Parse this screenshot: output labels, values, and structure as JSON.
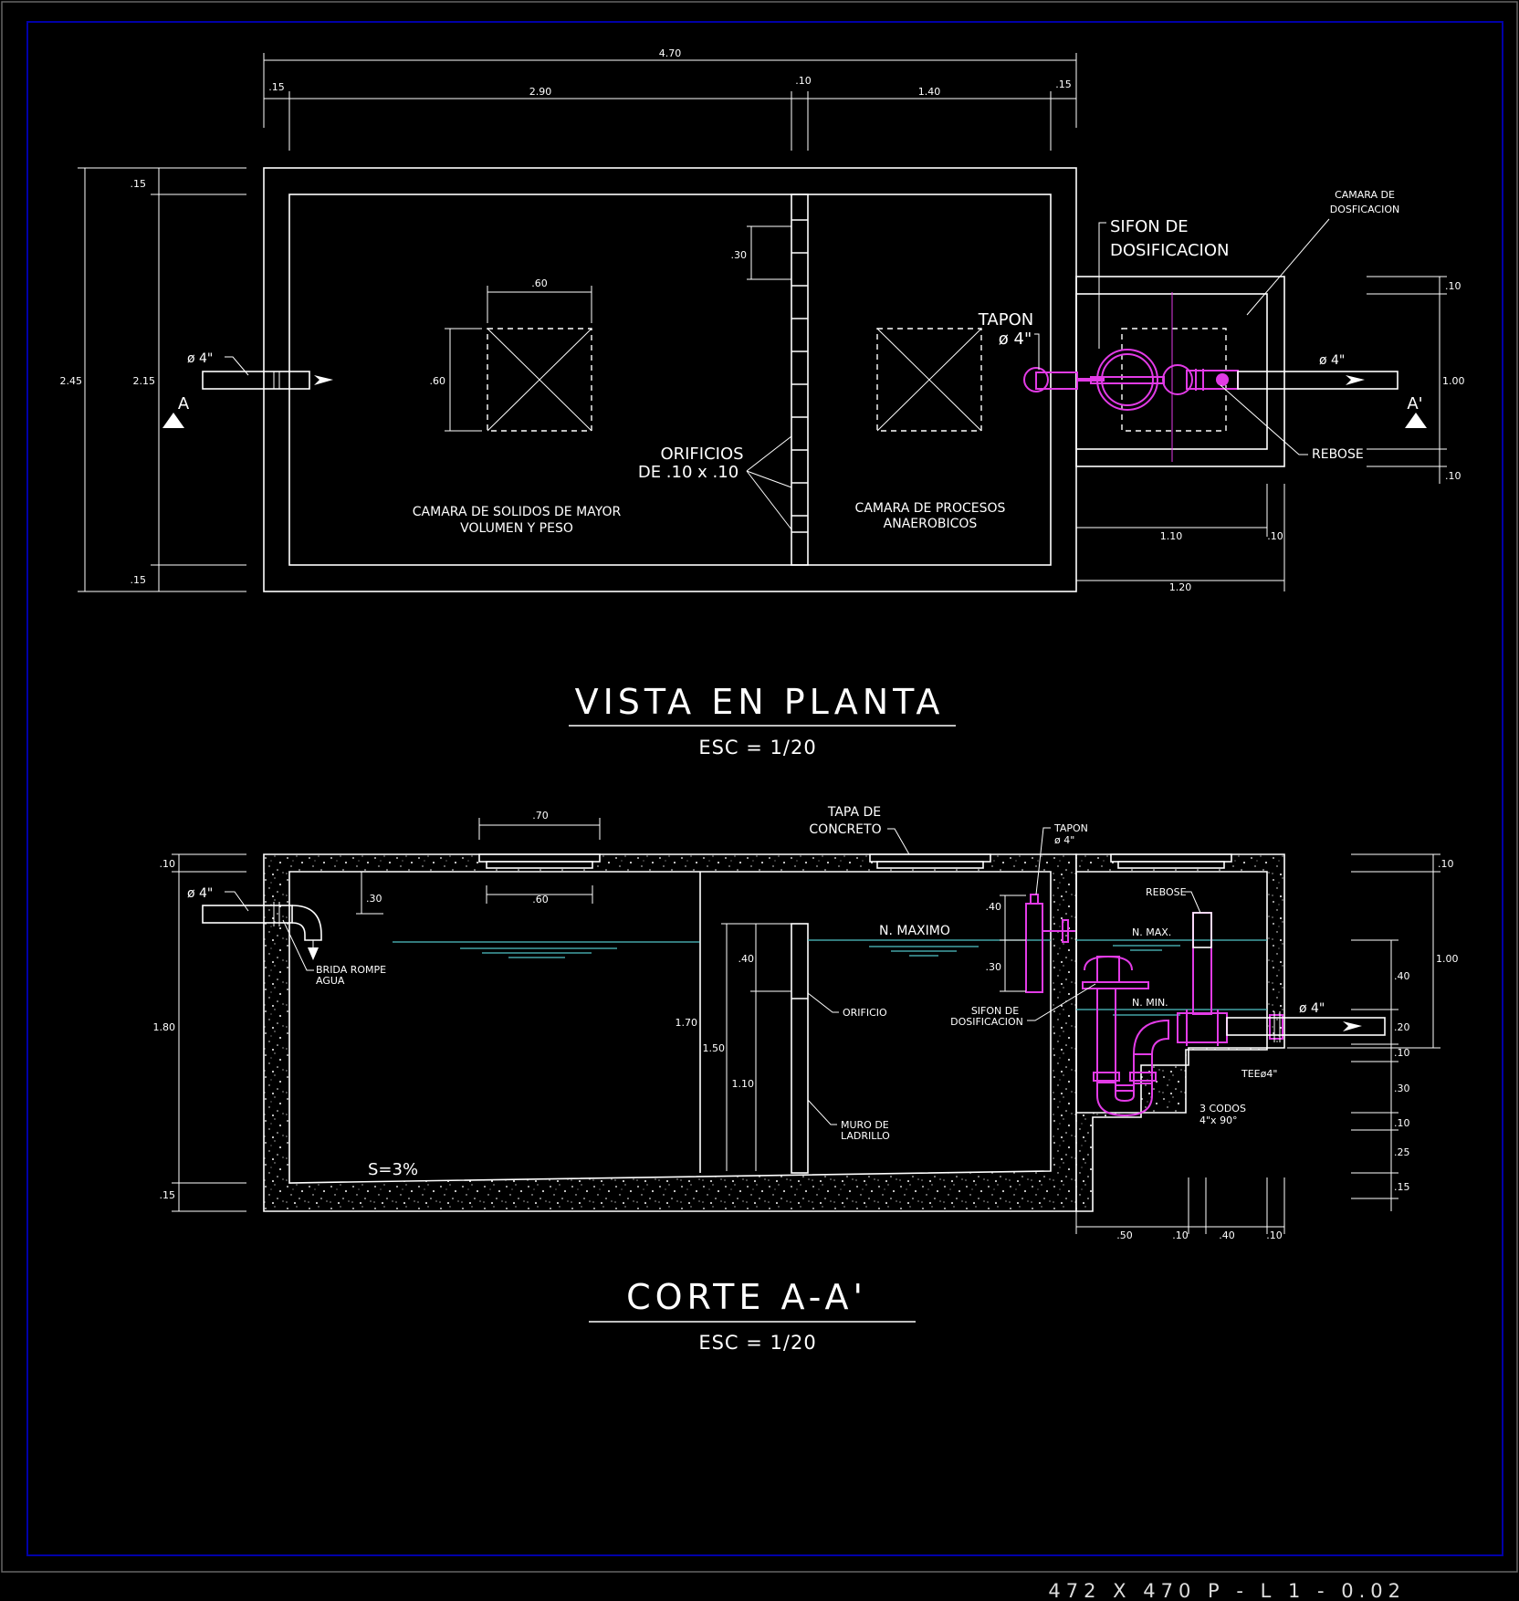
{
  "plan": {
    "title": "VISTA EN PLANTA",
    "scale": "ESC = 1/20",
    "dims": {
      "total_length": "4.70",
      "wall_left": ".15",
      "chamber1": "2.90",
      "partition": ".10",
      "chamber2": "1.40",
      "wall_right": ".15",
      "total_width": "2.45",
      "inner_width": "2.15",
      "wall_top": ".15",
      "wall_bottom": ".15",
      "orifice_spacing": ".30",
      "hatch_w": ".60",
      "hatch_h": ".60",
      "dose_wall_top": ".10",
      "dose_inner": "1.00",
      "dose_wall_bottom": ".10",
      "dose_inner_len": "1.10",
      "dose_wall_right": ".10",
      "dose_total_len": "1.20"
    },
    "labels": {
      "inlet_pipe": "ø 4\"",
      "outlet_pipe": "ø 4\"",
      "section_left": "A",
      "section_right": "A'",
      "chamber1_line1": "CAMARA DE SOLIDOS DE MAYOR",
      "chamber1_line2": "VOLUMEN Y PESO",
      "chamber2_line1": "CAMARA DE PROCESOS",
      "chamber2_line2": "ANAEROBICOS",
      "orifices_line1": "ORIFICIOS",
      "orifices_line2": "DE .10 x .10",
      "tapon_line1": "TAPON",
      "tapon_line2": "ø 4\"",
      "sifon_line1": "SIFON DE",
      "sifon_line2": "DOSIFICACION",
      "dose_ch_line1": "CAMARA DE",
      "dose_ch_line2": "DOSFICACION",
      "rebose": "REBOSE"
    }
  },
  "section": {
    "title": "CORTE A-A'",
    "scale": "ESC = 1/20",
    "dims": {
      "lid_outer": ".70",
      "lid_inner": ".60",
      "top_slab": ".10",
      "inlet_drop": ".30",
      "depth_total": "1.80",
      "bottom_slab": ".15",
      "water_1_70": "1.70",
      "water_1_50": "1.50",
      "water_0_40": ".40",
      "wall_1_10": "1.10",
      "tapon_40": ".40",
      "tapon_30": ".30",
      "r_top": ".10",
      "r_inner": "1.00",
      "r_40": ".40",
      "r_20": ".20",
      "r_10a": ".10",
      "r_30": ".30",
      "r_10b": ".10",
      "r_25": ".25",
      "r_15": ".15",
      "b_50": ".50",
      "b_10a": ".10",
      "b_40": ".40",
      "b_10b": ".10"
    },
    "labels": {
      "inlet_pipe": "ø 4\"",
      "outlet_pipe": "ø 4\"",
      "brida_line1": "BRIDA ROMPE",
      "brida_line2": "AGUA",
      "tapa_line1": "TAPA DE",
      "tapa_line2": "CONCRETO",
      "n_maximo": "N. MAXIMO",
      "orificio": "ORIFICIO",
      "muro_line1": "MURO DE",
      "muro_line2": "LADRILLO",
      "slope": "S=3%",
      "tapon_line1": "TAPON",
      "tapon_line2": "ø 4\"",
      "sifon_line1": "SIFON DE",
      "sifon_line2": "DOSIFICACION",
      "rebose": "REBOSE",
      "n_max": "N. MAX.",
      "n_min": "N. MIN.",
      "tee": "TEEø4\"",
      "codos_line1": "3 CODOS",
      "codos_line2": "4\"x 90°"
    }
  },
  "footer": "472 X 470 P - L 1 - 0.02",
  "colors": {
    "background": "#000000",
    "lines": "#ffffff",
    "pipes": "#e23be6",
    "water": "#4fc3c6",
    "border": "#0000a8"
  }
}
